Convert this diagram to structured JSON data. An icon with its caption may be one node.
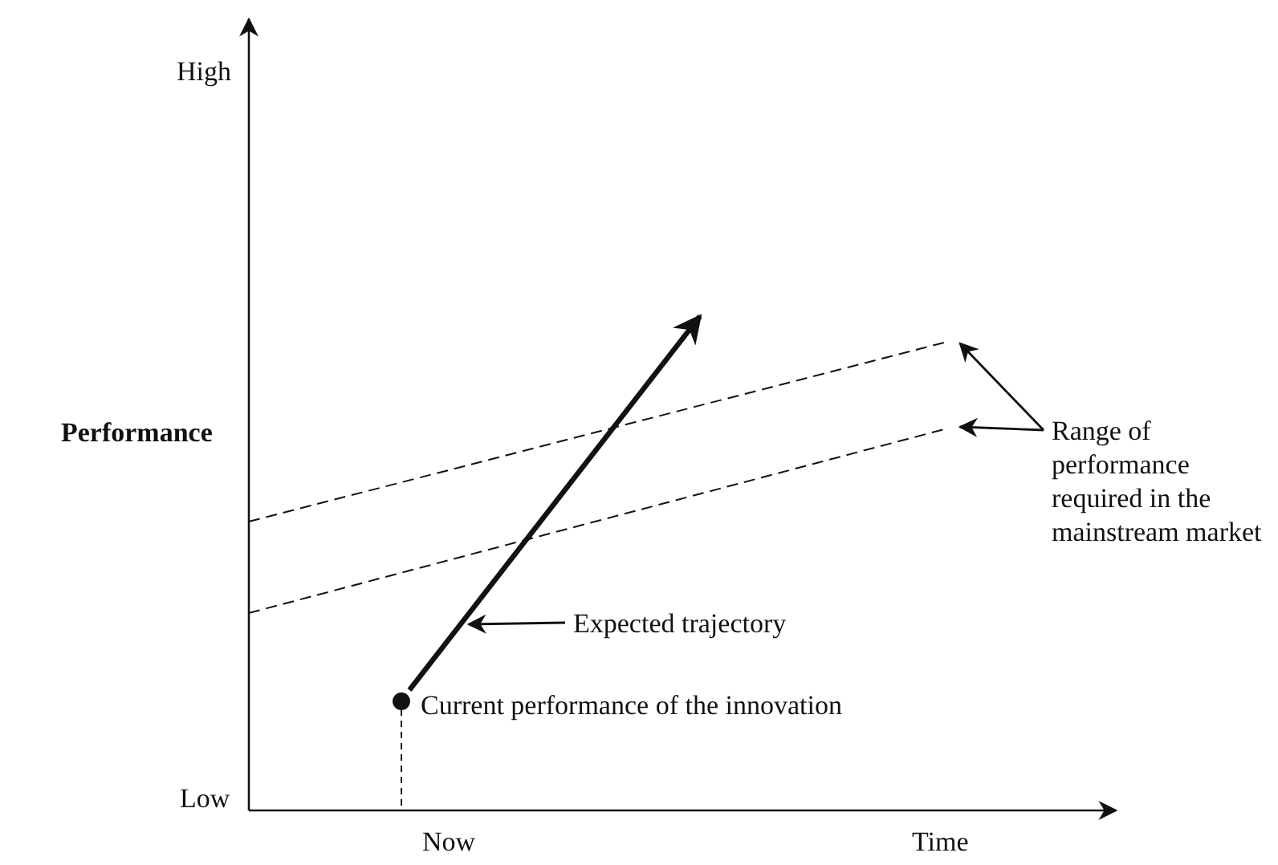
{
  "diagram": {
    "nodes": [
      {
        "text": [
          "Range of performance required in the mainstream market"
        ]
      },
      {
        "text": [],
        "shape": "line"
      },
      {
        "text": [],
        "shape": "line"
      },
      {
        "text": [
          "Expected trajectory"
        ]
      },
      {
        "text": [],
        "shape": "arrow"
      },
      {
        "text": [],
        "shape": "circle",
        "beside": [
          "Current performance of the innovation"
        ]
      }
    ],
    "edges": [
      {
        "from": 0,
        "to": 1,
        "arrow": "to"
      },
      {
        "from": 0,
        "to": 2,
        "arrow": "to"
      },
      {
        "from": 3,
        "to": 4,
        "arrow": "to"
      }
    ],
    "labels": [
      "High",
      "Performance",
      "Low",
      "Now",
      "Time"
    ]
  }
}
